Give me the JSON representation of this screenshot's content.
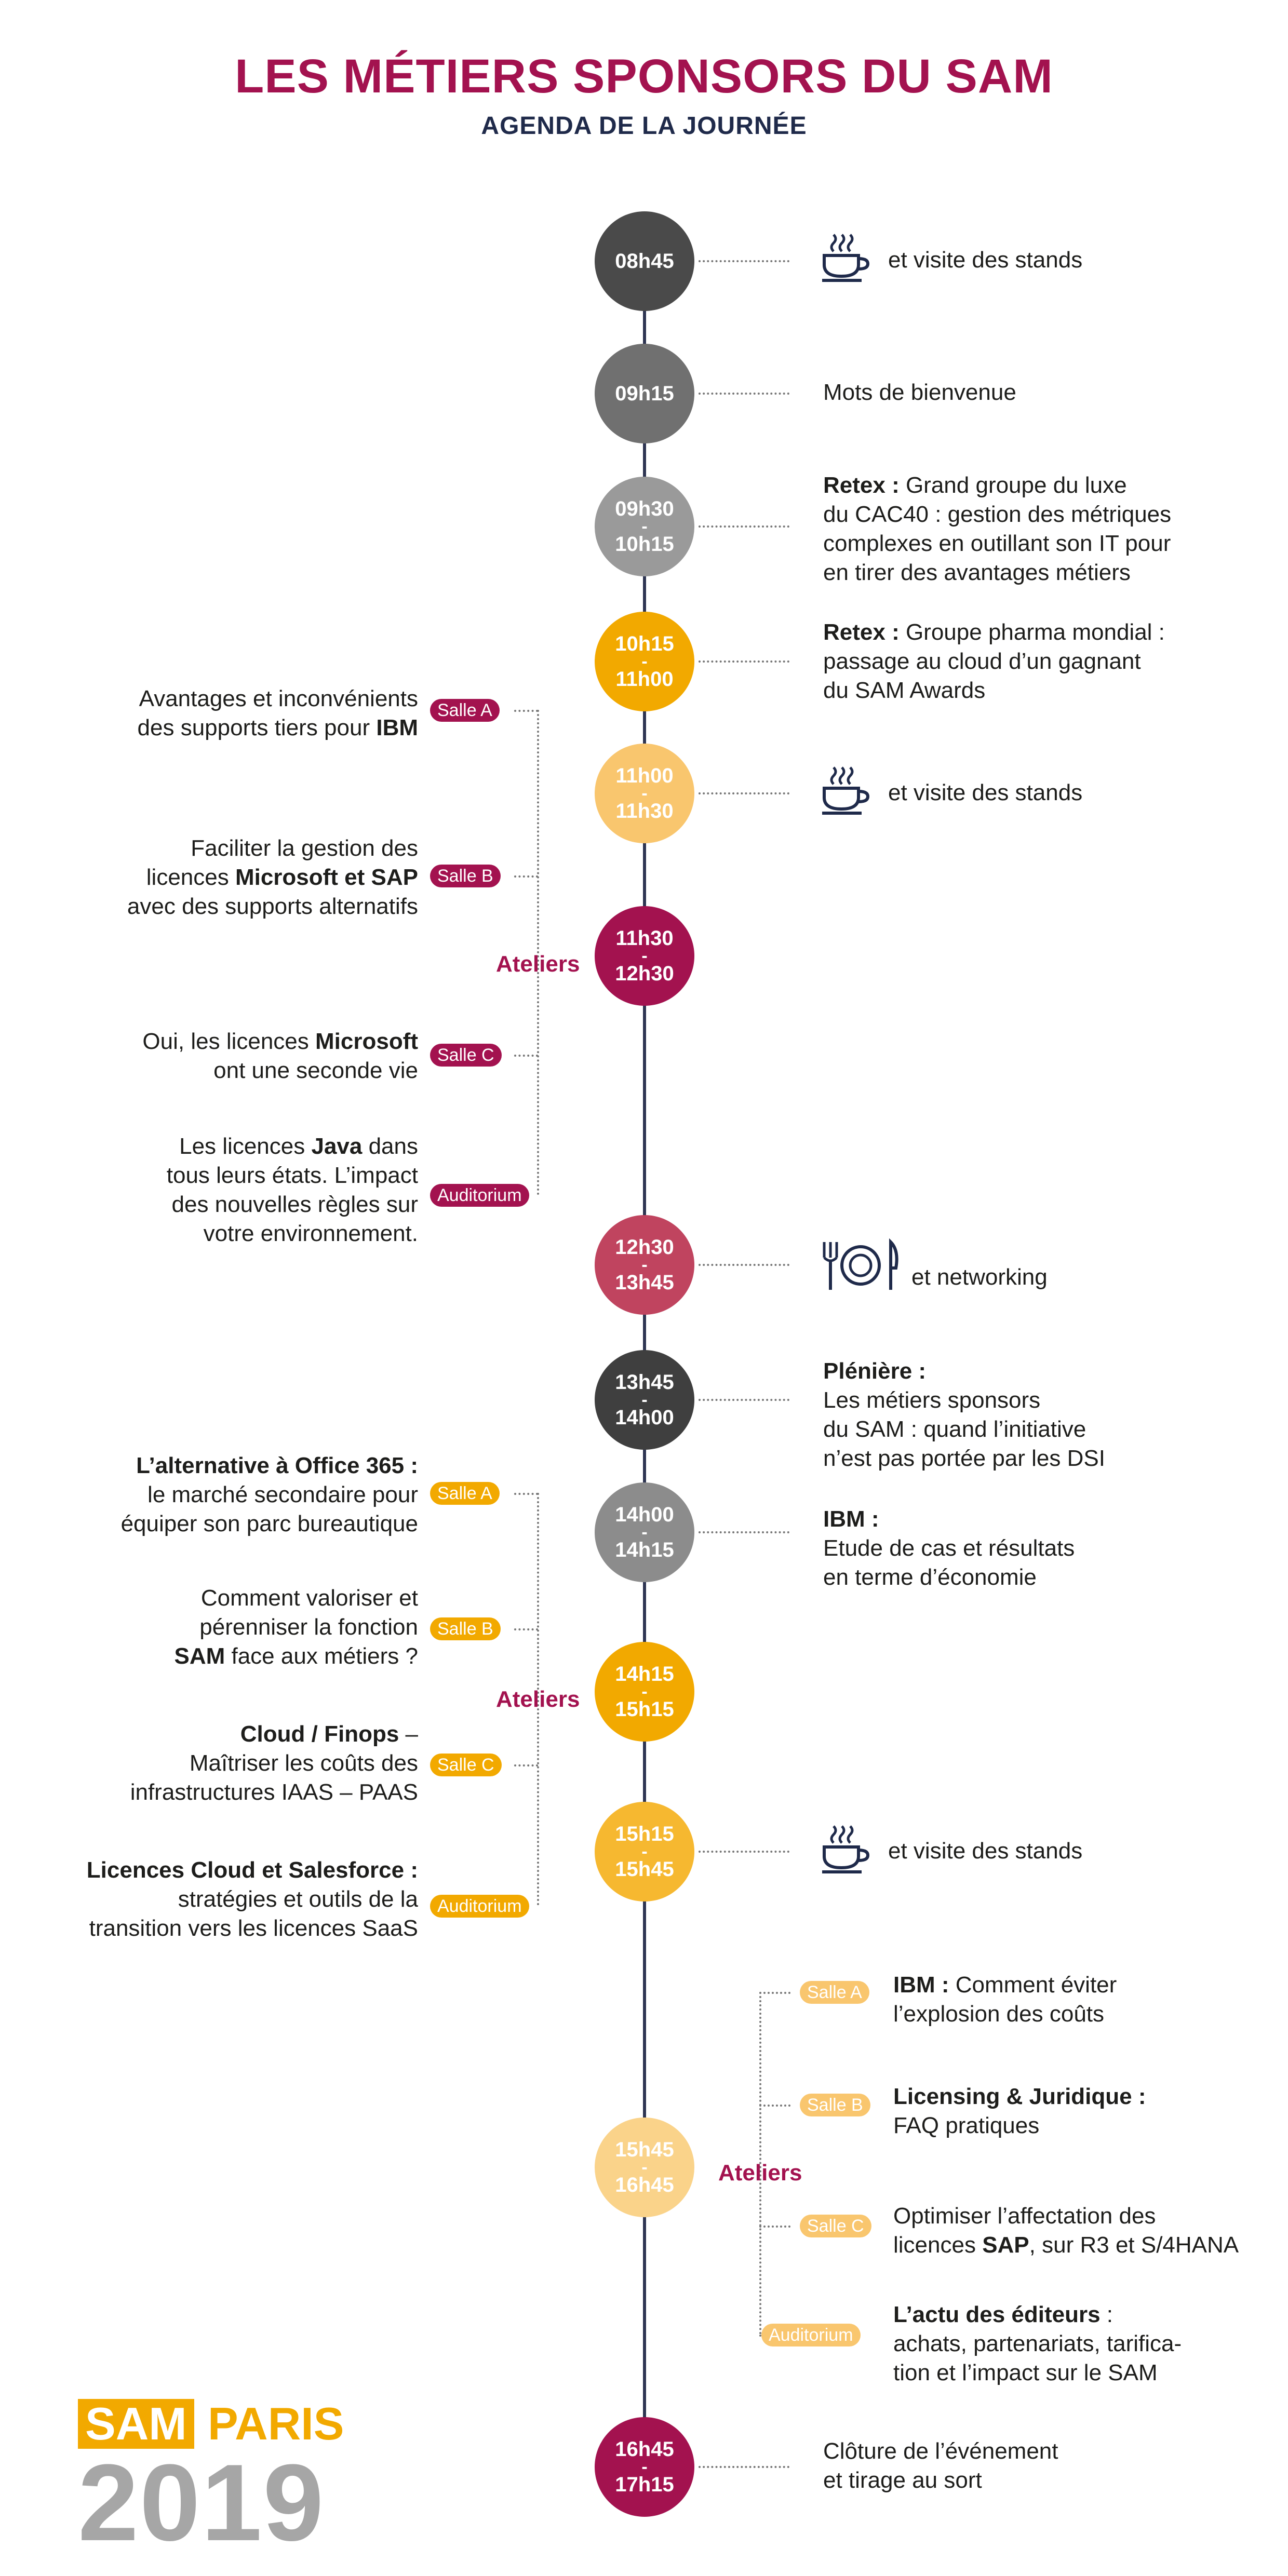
{
  "header": {
    "title": "LES MÉTIERS SPONSORS DU SAM",
    "subtitle": "AGENDA DE LA JOURNÉE"
  },
  "colors": {
    "plum": "#a3124f",
    "navy": "#1f2a4a",
    "amber": "#f2a900",
    "sand": "#f9c66e",
    "dark_grey": "#4a4a4a",
    "grey": "#8c8c8c"
  },
  "slots": [
    {
      "start": "08h45",
      "end": ""
    },
    {
      "start": "09h15",
      "end": ""
    },
    {
      "start": "09h30",
      "end": "10h15"
    },
    {
      "start": "10h15",
      "end": "11h00"
    },
    {
      "start": "11h00",
      "end": "11h30"
    },
    {
      "start": "11h30",
      "end": "12h30"
    },
    {
      "start": "12h30",
      "end": "13h45"
    },
    {
      "start": "13h45",
      "end": "14h00"
    },
    {
      "start": "14h00",
      "end": "14h15"
    },
    {
      "start": "14h15",
      "end": "15h15"
    },
    {
      "start": "15h15",
      "end": "15h45"
    },
    {
      "start": "15h45",
      "end": "16h45"
    },
    {
      "start": "16h45",
      "end": "17h15"
    }
  ],
  "dash": "-",
  "events": {
    "coffee_text": "et visite des stands",
    "welcome": "Mots de bienvenue",
    "retex_label": "Retex :",
    "retex1_text": "Grand groupe du luxe",
    "retex1_lines": [
      "du CAC40 : gestion des métriques",
      "complexes en outillant son IT pour",
      "en tirer des avantages métiers"
    ],
    "retex2_text": "Groupe pharma mondial :",
    "retex2_lines": [
      "passage au cloud d’un gagnant",
      "du SAM Awards"
    ],
    "lunch_text": "et networking",
    "pleniere_label": "Plénière :",
    "pleniere_lines": [
      "Les métiers sponsors",
      "du SAM : quand l’initiative",
      "n’est pas portée par les DSI"
    ],
    "ibm_label": "IBM :",
    "ibm_lines": [
      "Etude de cas et résultats",
      "en terme d’économie"
    ],
    "cloture_lines": [
      "Clôture de l’événement",
      "et tirage au sort"
    ]
  },
  "atelier_label": "Ateliers",
  "rooms": {
    "a": "Salle A",
    "b": "Salle B",
    "c": "Salle C",
    "aud": "Auditorium"
  },
  "workshop1": {
    "a_line1": "Avantages et inconvénients",
    "a_line2_pre": "des supports tiers pour ",
    "a_line2_bold": "IBM",
    "b_line1": "Faciliter la gestion des",
    "b_line2_pre": "licences ",
    "b_line2_bold": "Microsoft et SAP",
    "b_line3": "avec des supports alternatifs",
    "c_line1_pre": "Oui, les licences ",
    "c_line1_bold": "Microsoft",
    "c_line2": "ont une seconde vie",
    "aud_line1_pre": "Les licences ",
    "aud_line1_bold": "Java",
    "aud_line1_post": " dans",
    "aud_line2": "tous leurs états. L’impact",
    "aud_line3": "des nouvelles règles sur",
    "aud_line4": "votre environnement."
  },
  "workshop2": {
    "a_bold": "L’alternative à Office 365 :",
    "a_line2": "le marché secondaire pour",
    "a_line3": "équiper son parc bureautique",
    "b_line1": "Comment valoriser et",
    "b_line2": "pérenniser la fonction",
    "b_line3_bold": "SAM",
    "b_line3_post": " face aux métiers ?",
    "c_bold": "Cloud / Finops",
    "c_post": " –",
    "c_line2": "Maîtriser les coûts des",
    "c_line3": "infrastructures IAAS – PAAS",
    "aud_bold": "Licences Cloud et Salesforce :",
    "aud_line2": "stratégies et outils de la",
    "aud_line3": "transition vers les licences SaaS"
  },
  "workshop3": {
    "a_bold": "IBM :",
    "a_post": " Comment éviter",
    "a_line2": "l’explosion des coûts",
    "b_bold": "Licensing & Juridique :",
    "b_line2": "FAQ pratiques",
    "c_line1": "Optimiser l’affectation des",
    "c_line2_pre": "licences ",
    "c_line2_bold": "SAP",
    "c_line2_post": ", sur R3 et S/4HANA",
    "aud_bold": "L’actu des éditeurs",
    "aud_post": " :",
    "aud_line2": "achats, partenariats, tarifica-",
    "aud_line3": "tion et l’impact sur le SAM"
  },
  "logo": {
    "sam": "SAM",
    "paris": "PARIS",
    "year": "2019"
  },
  "icons": [
    "coffee-cup-icon",
    "plate-fork-knife-icon"
  ]
}
